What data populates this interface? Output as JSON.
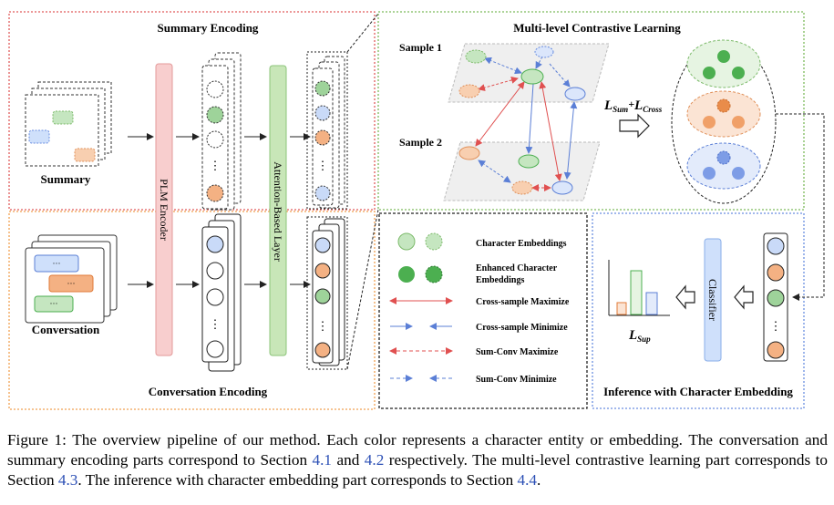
{
  "figure": {
    "summary_encoding": {
      "title": "Summary Encoding",
      "input_label": "Summary"
    },
    "conversation_encoding": {
      "title": "Conversation Encoding",
      "input_label": "Conversation",
      "bubble_text": "···"
    },
    "plm_encoder": "PLM Encoder",
    "attention_layer": "Attention-Based Layer",
    "contrastive": {
      "title": "Multi-level Contrastive Learning",
      "sample1": "Sample 1",
      "sample2": "Sample 2",
      "loss_main": "L",
      "loss_sub1": "Sum",
      "loss_plus": "+",
      "loss_sub2": "Cross"
    },
    "legend": {
      "items": [
        {
          "label": "Character Embeddings"
        },
        {
          "label": "Enhanced Character Embeddings"
        },
        {
          "label": "Cross-sample Maximize"
        },
        {
          "label": "Cross-sample Minimize"
        },
        {
          "label": "Sum-Conv Maximize"
        },
        {
          "label": "Sum-Conv Minimize"
        }
      ]
    },
    "inference": {
      "title": "Inference with Character Embedding",
      "classifier": "Classifier",
      "loss_main": "L",
      "loss_sub": "Sup"
    },
    "ellipsis": "⋮"
  },
  "colors": {
    "green": "#9ed39a",
    "green_dark": "#4caf50",
    "blue": "#c9daf8",
    "blue_dark": "#5b7fd6",
    "orange": "#f4b183",
    "orange_dark": "#e07b39",
    "red": "#e05050",
    "plm": "#f8cece",
    "attn": "#c8e6b8",
    "classifier": "#cfe0fb"
  },
  "caption": {
    "part1": "Figure 1: The overview pipeline of our method. Each color represents a character entity or embedding. The conversation and summary encoding parts correspond to Section ",
    "ref1": "4.1",
    "part2": " and ",
    "ref2": "4.2",
    "part3": " respectively. The multi-level contrastive learning part corresponds to Section ",
    "ref3": "4.3",
    "part4": ". The inference with character embedding part corresponds to Section ",
    "ref4": "4.4",
    "part5": "."
  }
}
